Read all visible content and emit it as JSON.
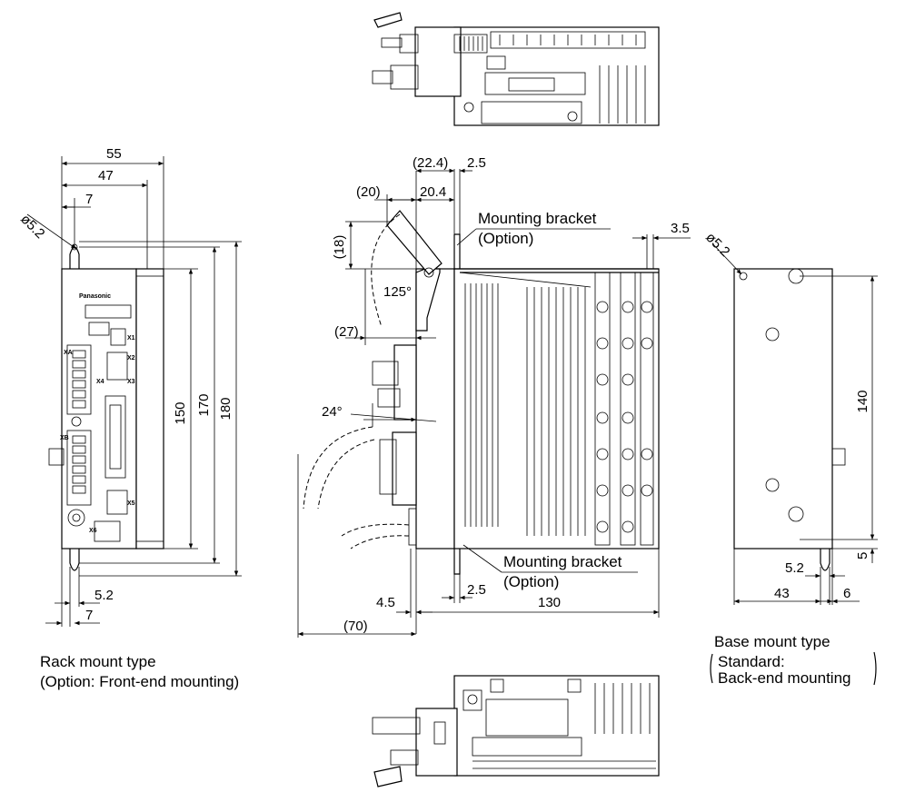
{
  "dims": {
    "d55": "55",
    "d47": "47",
    "d7_top": "7",
    "phi52_left": "ø5.2",
    "d150": "150",
    "d170": "170",
    "d180": "180",
    "d52_bottom": "5.2",
    "d7_bottom": "7",
    "d224": "(22.4)",
    "d25_top": "2.5",
    "d20": "(20)",
    "d204": "20.4",
    "d18": "(18)",
    "d125": "125°",
    "d27": "(27)",
    "d24": "24°",
    "d45": "4.5",
    "d70": "(70)",
    "d25_bottom": "2.5",
    "d130": "130",
    "d35": "3.5",
    "phi52_right": "ø5.2",
    "d140": "140",
    "d52_right": "5.2",
    "d5": "5",
    "d43": "43",
    "d6": "6"
  },
  "labels": {
    "bracket_top_1": "Mounting bracket",
    "bracket_top_2": "(Option)",
    "bracket_bottom_1": "Mounting bracket",
    "bracket_bottom_2": "(Option)",
    "brand": "Panasonic",
    "conn": [
      "XA",
      "X1",
      "X2",
      "X3",
      "XB",
      "X4",
      "X5",
      "X6"
    ]
  },
  "captions": {
    "rack_1": "Rack mount type",
    "rack_2": "(Option: Front-end mounting)",
    "base_1": "Base mount type",
    "base_2": "Standard:",
    "base_3": "Back-end mounting"
  }
}
